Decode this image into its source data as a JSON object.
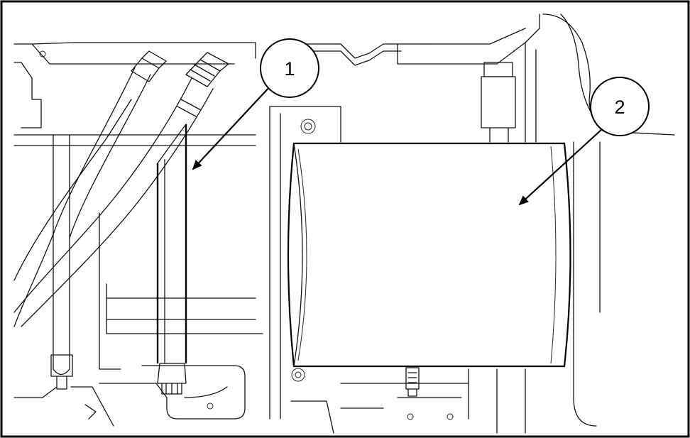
{
  "callouts": [
    {
      "number": "1",
      "target": "fuel-line"
    },
    {
      "number": "2",
      "target": "filter-canister"
    }
  ],
  "colors": {
    "line": "#000000",
    "background": "#ffffff"
  }
}
